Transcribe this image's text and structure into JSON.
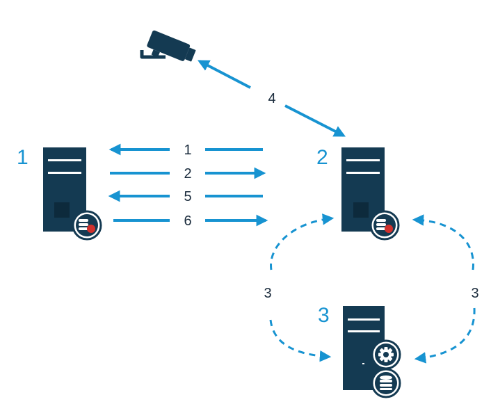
{
  "colors": {
    "server": "#143a52",
    "accent": "#1793d1",
    "badge_red": "#d0312d",
    "text": "#1a2b3c",
    "background": "#ffffff"
  },
  "nodes": [
    {
      "id": "1",
      "label": "1",
      "icon": "recording-server-icon"
    },
    {
      "id": "2",
      "label": "2",
      "icon": "recording-server-icon"
    },
    {
      "id": "3",
      "label": "3",
      "icon": "management-server-icon"
    }
  ],
  "camera": {
    "icon": "camera-icon"
  },
  "arrows": [
    {
      "label": "1",
      "direction": "to-node-1",
      "style": "solid"
    },
    {
      "label": "2",
      "direction": "to-node-2",
      "style": "solid"
    },
    {
      "label": "5",
      "direction": "to-node-1",
      "style": "solid"
    },
    {
      "label": "6",
      "direction": "to-node-2",
      "style": "solid"
    },
    {
      "label": "4",
      "direction": "node-2-camera",
      "style": "solid"
    },
    {
      "label": "3",
      "direction": "node-2-node-3",
      "style": "dashed"
    },
    {
      "label": "3",
      "direction": "node-3-node-2",
      "style": "dashed"
    }
  ]
}
